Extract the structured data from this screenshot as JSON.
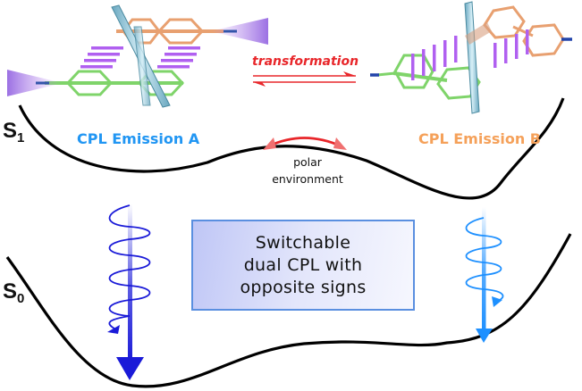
{
  "states": {
    "s1": {
      "symbol": "S",
      "sub": "1"
    },
    "s0": {
      "symbol": "S",
      "sub": "0"
    }
  },
  "emission_a": {
    "label": "CPL Emission A",
    "color": "#2196f3"
  },
  "emission_b": {
    "label": "CPL Emission B",
    "color": "#f5a15a"
  },
  "transformation_label": "transformation",
  "polar_environment": {
    "line1": "polar",
    "line2": "environment"
  },
  "central_box": {
    "line1": "Switchable",
    "line2": "dual CPL with",
    "line3": "opposite signs"
  },
  "colors": {
    "arrow_red": "#e8262a",
    "arrow_dark_blue": "#1a1ad8",
    "arrow_light_blue": "#1e90ff",
    "stacking_purple": "#b060f0",
    "phenyl_green": "#7fd46a",
    "phenyl_orange": "#e8a070",
    "core_lightblue": "#a8d8e8"
  }
}
